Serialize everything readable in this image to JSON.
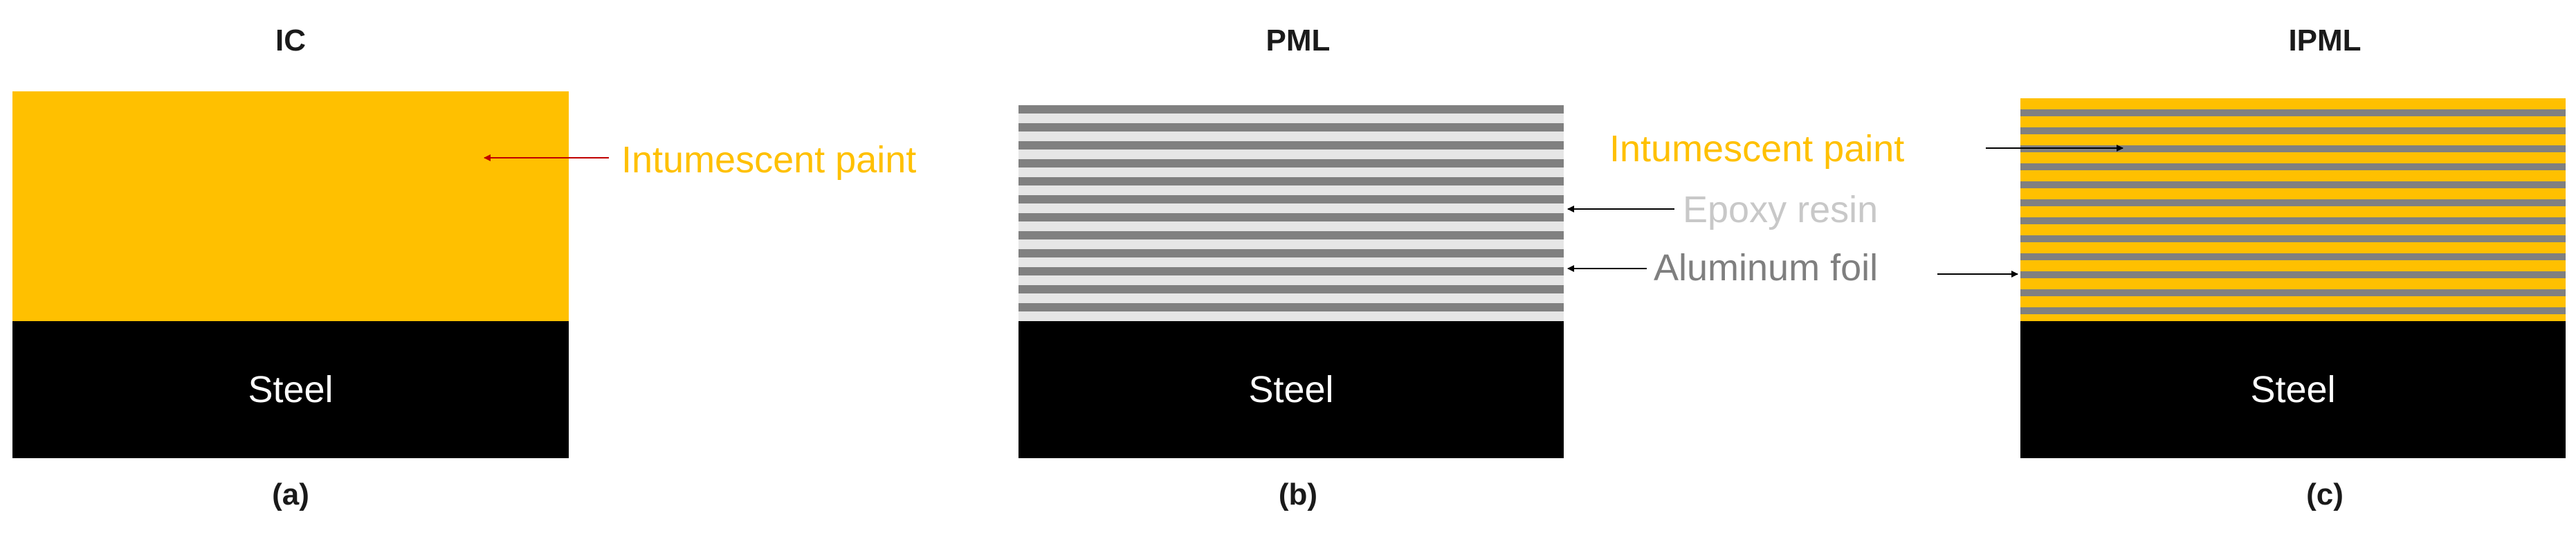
{
  "panels": [
    {
      "title": "IC",
      "caption": "(a)",
      "steel": "Steel"
    },
    {
      "title": "PML",
      "caption": "(b)",
      "steel": "Steel"
    },
    {
      "title": "IPML",
      "caption": "(c)",
      "steel": "Steel"
    }
  ],
  "labels": {
    "intumescent_a": "Intumescent paint",
    "epoxy": "Epoxy resin",
    "aluminum": "Aluminum foil",
    "intumescent_c": "Intumescent paint"
  },
  "colors": {
    "intumescent": "#FFC000",
    "aluminum": "#808080",
    "epoxy": "#E6E6E6",
    "steel": "#000000",
    "epoxy_text": "#C8C8C8",
    "aluminum_text": "#7F7F7F"
  }
}
